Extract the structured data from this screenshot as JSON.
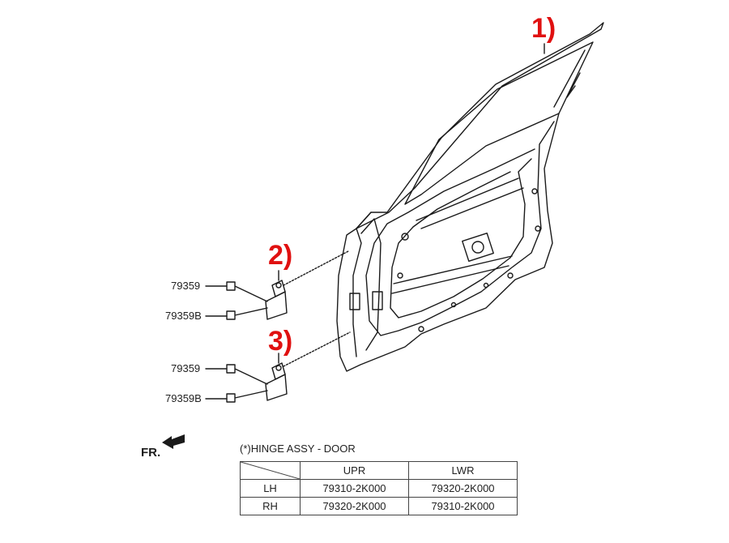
{
  "callouts": {
    "c1": "1)",
    "c2": "2)",
    "c3": "3)"
  },
  "part_labels": {
    "upper_bolt": "79359",
    "upper_bolt_b": "79359B",
    "lower_bolt": "79359",
    "lower_bolt_b": "79359B"
  },
  "front_marker": "FR.",
  "hinge_table": {
    "title": "(*)HINGE ASSY - DOOR",
    "columns": [
      "UPR",
      "LWR"
    ],
    "rows": [
      {
        "side": "LH",
        "upr": "79310-2K000",
        "lwr": "79320-2K000"
      },
      {
        "side": "RH",
        "upr": "79320-2K000",
        "lwr": "79310-2K000"
      }
    ]
  },
  "colors": {
    "callout": "#e01010",
    "line": "#1a1a1a"
  }
}
